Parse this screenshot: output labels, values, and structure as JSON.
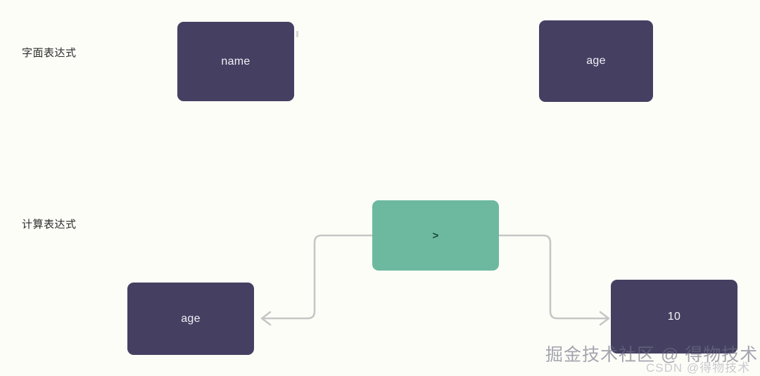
{
  "diagram": {
    "background_color": "#fdfdf8",
    "row_labels": [
      {
        "id": "literal",
        "text": "字面表达式"
      },
      {
        "id": "computed",
        "text": "计算表达式"
      }
    ],
    "nodes": [
      {
        "id": "name",
        "label": "name",
        "kind": "literal",
        "color": "#454062"
      },
      {
        "id": "age-top",
        "label": "age",
        "kind": "literal",
        "color": "#454062"
      },
      {
        "id": "operator",
        "label": ">",
        "kind": "operator",
        "color": "#6cb9a0"
      },
      {
        "id": "age-bottom",
        "label": "age",
        "kind": "operand",
        "color": "#454062"
      },
      {
        "id": "ten",
        "label": "10",
        "kind": "operand",
        "color": "#454062"
      }
    ],
    "connectors": [
      {
        "id": "operator-to-age",
        "from": "operator",
        "to": "age-bottom",
        "direction": "left",
        "stroke": "#c6c6c6"
      },
      {
        "id": "operator-to-ten",
        "from": "operator",
        "to": "ten",
        "direction": "right",
        "stroke": "#c6c6c6"
      }
    ]
  },
  "watermarks": {
    "primary": "掘金技术社区 @ 得物技术",
    "secondary": "CSDN @得物技术"
  }
}
